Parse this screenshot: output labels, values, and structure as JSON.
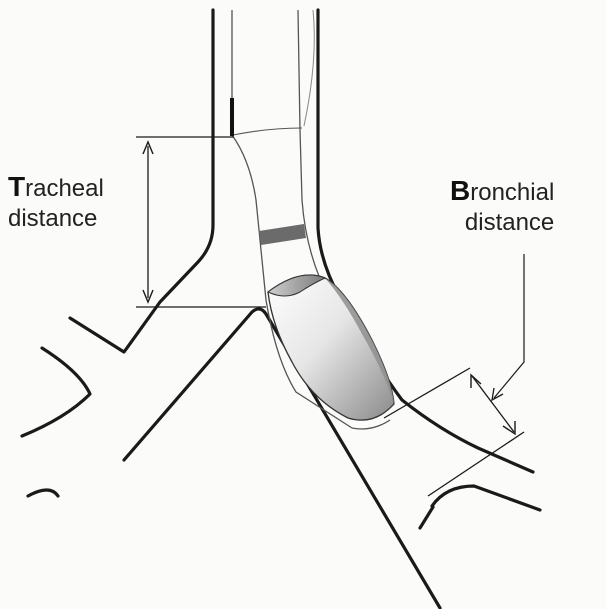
{
  "labels": {
    "tracheal": {
      "cap": "T",
      "rest": "racheal",
      "line2": "distance"
    },
    "bronchial": {
      "cap": "B",
      "rest": "ronchial",
      "line2": "distance"
    }
  },
  "colors": {
    "wall": "#1a1a1a",
    "tube": "#555555",
    "marker_band": "#6b6b6b",
    "cuff_light": "#f4f4f4",
    "cuff_dark": "#8a8a8a",
    "background": "#fbfbf9"
  }
}
